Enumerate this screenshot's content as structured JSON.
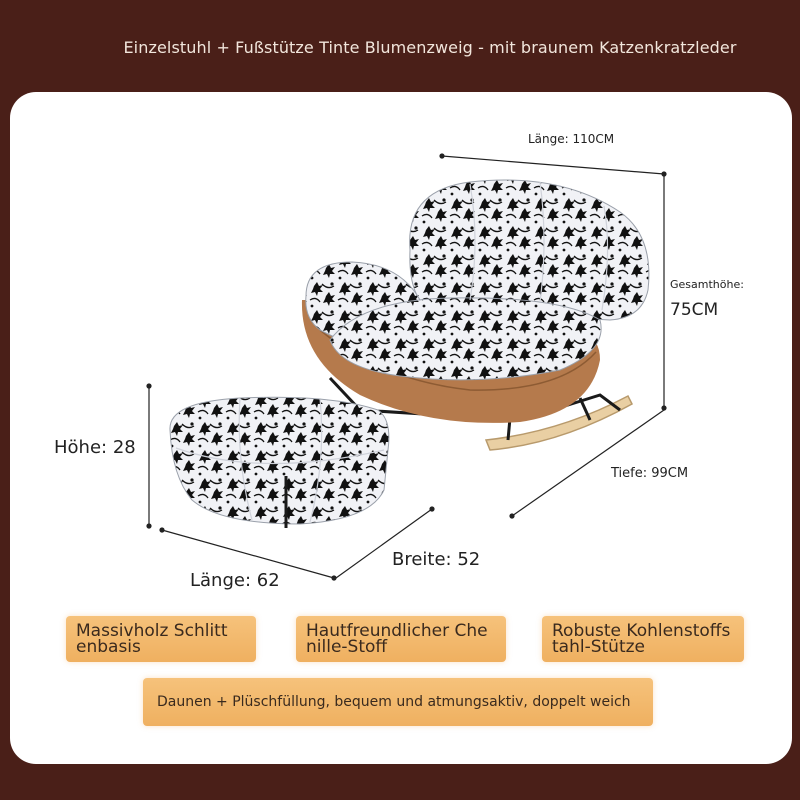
{
  "header": {
    "title": "Einzelstuhl + Fußstütze Tinte Blumenzweig - mit braunem Katzenkratzleder"
  },
  "dimensions": {
    "chair_length": "Länge: 110CM",
    "total_height_label": "Gesamthöhe:",
    "total_height_value": "75CM",
    "depth": "Tiefe: 99CM",
    "ottoman_height": "Höhe: 28",
    "ottoman_length": "Länge: 62",
    "ottoman_width": "Breite: 52"
  },
  "features": [
    {
      "label": "Massivholz Schlitt enbasis"
    },
    {
      "label": "Hautfreundlicher Che nille-Stoff"
    },
    {
      "label": "Robuste Kohlenstoffs tahl-Stütze"
    }
  ],
  "note": {
    "text": "Daunen + Plüschfüllung, bequem und atmungsaktiv, doppelt weich"
  },
  "colors": {
    "background": "#4a1f18",
    "card": "#ffffff",
    "tag": "#f2b86c",
    "leather": "#b57a4c",
    "wood": "#e9cfa3"
  }
}
